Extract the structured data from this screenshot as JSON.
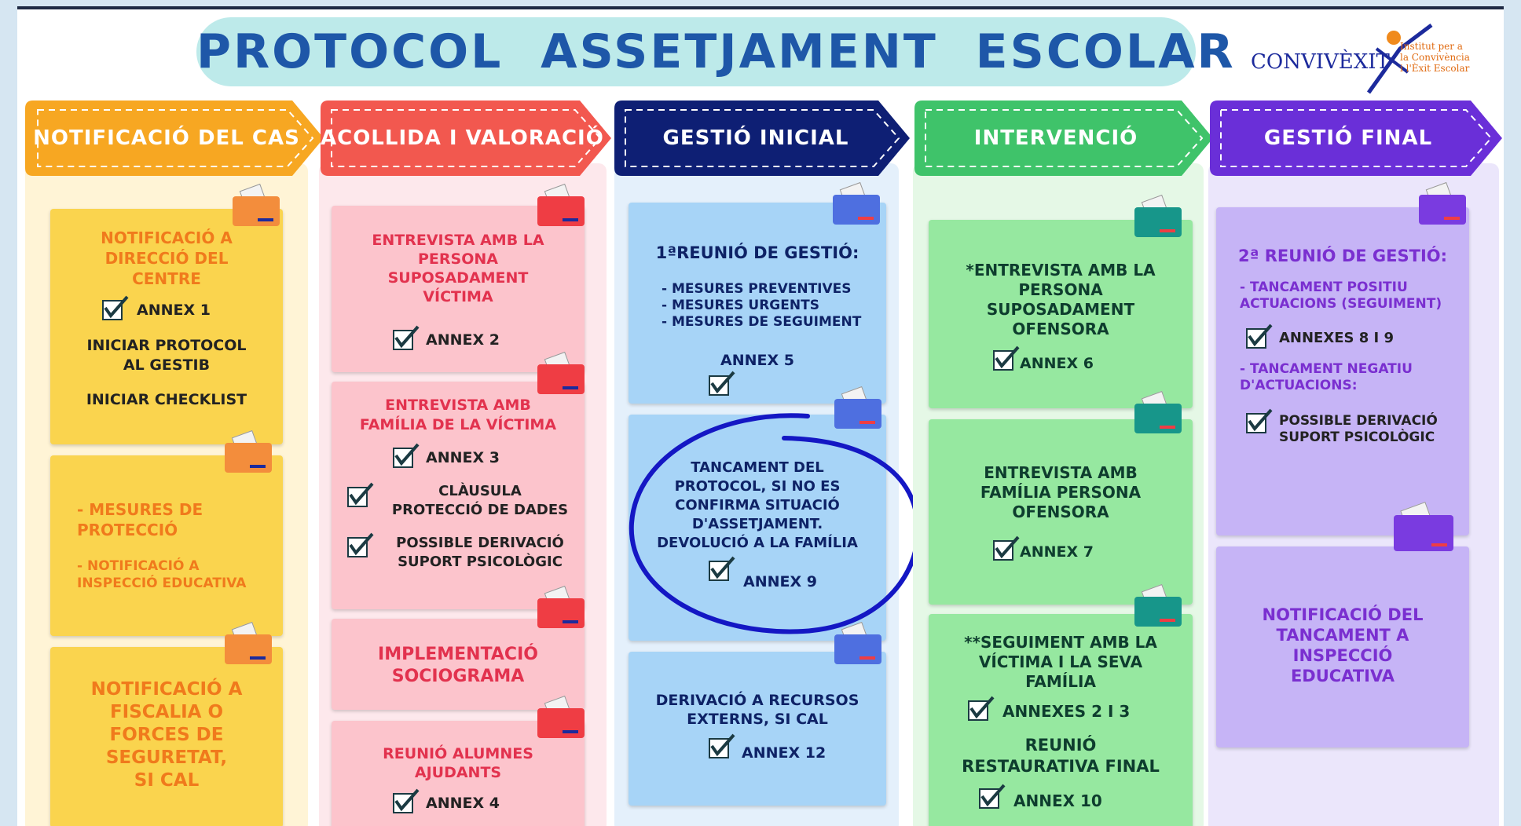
{
  "title": "PROTOCOL  ASSETJAMENT  ESCOLAR",
  "logo": {
    "name": "CONVIVÈXIT",
    "subtitle": [
      "Institut per a",
      "la Convivència",
      "i l'Èxit Escolar"
    ]
  },
  "colors": {
    "orange": "#f7a722",
    "red": "#f2584f",
    "navy": "#0e1f74",
    "green": "#3fc36a",
    "purple": "#6a2fd8",
    "title_bg": "#bdeaea",
    "title_text": "#1e57a8"
  },
  "columns": [
    {
      "header": "NOTIFICACIÓ DEL CAS",
      "cards": [
        {
          "heading": [
            "NOTIFICACIÓ A",
            "DIRECCIÓ DEL",
            "CENTRE"
          ],
          "annex": "ANNEX 1",
          "lines": [
            "INICIAR PROTOCOL",
            "AL GESTIB"
          ],
          "extra": "INICIAR CHECKLIST"
        },
        {
          "items": [
            "- MESURES DE",
            "PROTECCIÓ"
          ],
          "items2": [
            "- NOTIFICACIÓ A",
            "INSPECCIÓ EDUCATIVA"
          ]
        },
        {
          "heading": [
            "NOTIFICACIÓ A",
            "FISCALIA O",
            "FORCES DE",
            "SEGURETAT,",
            "SI CAL"
          ]
        }
      ]
    },
    {
      "header": "ACOLLIDA I VALORACIÓ",
      "cards": [
        {
          "heading": [
            "ENTREVISTA AMB LA",
            "PERSONA",
            "SUPOSADAMENT",
            "VÍCTIMA"
          ],
          "annex": "ANNEX 2"
        },
        {
          "heading": [
            "ENTREVISTA AMB",
            "FAMÍLIA DE LA  VÍCTIMA"
          ],
          "annex": "ANNEX 3",
          "clausula": [
            "CLÀUSULA",
            "PROTECCIÓ DE DADES"
          ],
          "deriv": [
            "POSSIBLE DERIVACIÓ",
            "SUPORT PSICOLÒGIC"
          ]
        },
        {
          "heading": [
            "IMPLEMENTACIÓ",
            "SOCIOGRAMA"
          ]
        },
        {
          "heading": [
            "REUNIÓ ALUMNES",
            "AJUDANTS"
          ],
          "annex": "ANNEX 4"
        }
      ]
    },
    {
      "header": "GESTIÓ INICIAL",
      "cards": [
        {
          "heading": "1ªREUNIÓ DE GESTIÓ:",
          "items": [
            "- MESURES PREVENTIVES",
            "- MESURES URGENTS",
            "- MESURES DE SEGUIMENT"
          ],
          "annex": "ANNEX 5"
        },
        {
          "heading": [
            "TANCAMENT DEL",
            "PROTOCOL,  SI NO ES",
            "CONFIRMA SITUACIÓ",
            "D'ASSETJAMENT.",
            "DEVOLUCIÓ A LA FAMÍLIA"
          ],
          "annex": "ANNEX 9"
        },
        {
          "heading": [
            "DERIVACIÓ A RECURSOS",
            "EXTERNS, SI CAL"
          ],
          "annex": "ANNEX 12"
        }
      ]
    },
    {
      "header": "INTERVENCIÓ",
      "cards": [
        {
          "heading": [
            "*ENTREVISTA AMB LA",
            "PERSONA",
            "SUPOSADAMENT",
            "OFENSORA"
          ],
          "annex": "ANNEX 6"
        },
        {
          "heading": [
            "ENTREVISTA AMB",
            "FAMÍLIA PERSONA",
            "OFENSORA"
          ],
          "annex": "ANNEX 7"
        },
        {
          "heading": [
            "**SEGUIMENT AMB LA",
            "VÍCTIMA I LA SEVA",
            "FAMÍLIA"
          ],
          "annex": "ANNEXES 2 I 3",
          "lines": [
            "REUNIÓ",
            "RESTAURATIVA FINAL"
          ],
          "annex2": "ANNEX 10"
        }
      ]
    },
    {
      "header": "GESTIÓ FINAL",
      "cards": [
        {
          "heading": "2ª REUNIÓ DE GESTIÓ:",
          "items": [
            "- TANCAMENT POSITIU",
            "ACTUACIONS (SEGUIMENT)"
          ],
          "annex": "ANNEXES 8 I 9",
          "items2": [
            "- TANCAMENT NEGATIU",
            "D'ACTUACIONS:"
          ],
          "deriv": [
            "POSSIBLE DERIVACIÓ",
            "SUPORT PSICOLÒGIC"
          ]
        },
        {
          "heading": [
            "NOTIFICACIÓ DEL",
            "TANCAMENT A",
            "INSPECCIÓ",
            "EDUCATIVA"
          ]
        }
      ]
    }
  ]
}
